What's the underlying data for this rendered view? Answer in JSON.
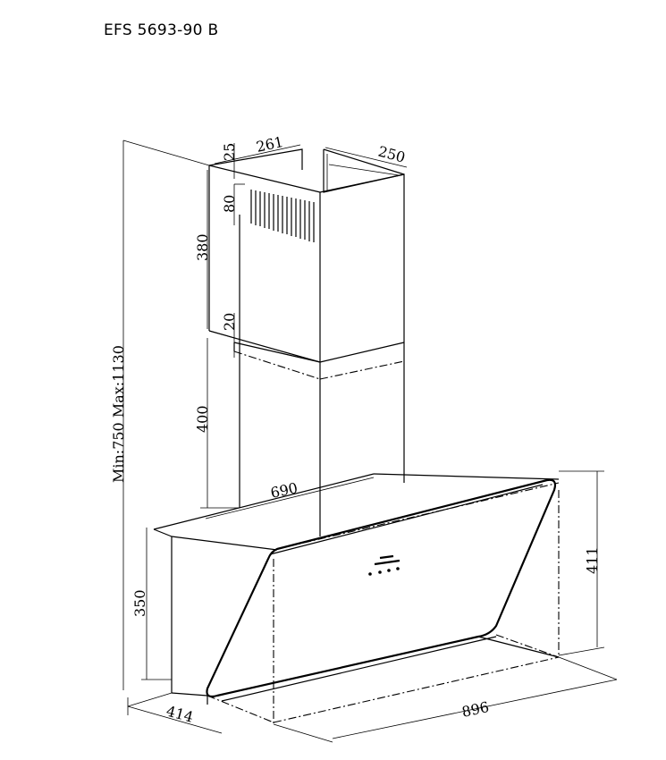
{
  "title": "EFS 5693-90 B",
  "dimensions": {
    "chimney_depth": "261",
    "chimney_width": "250",
    "top_offset": "25",
    "vent_height": "80",
    "upper_chimney": "380",
    "overlap": "20",
    "lower_chimney": "400",
    "total_height": "Min:750 Max:1130",
    "hood_depth_top": "690",
    "hood_height_left": "350",
    "hood_height_right": "411",
    "base_depth": "414",
    "width": "896"
  }
}
